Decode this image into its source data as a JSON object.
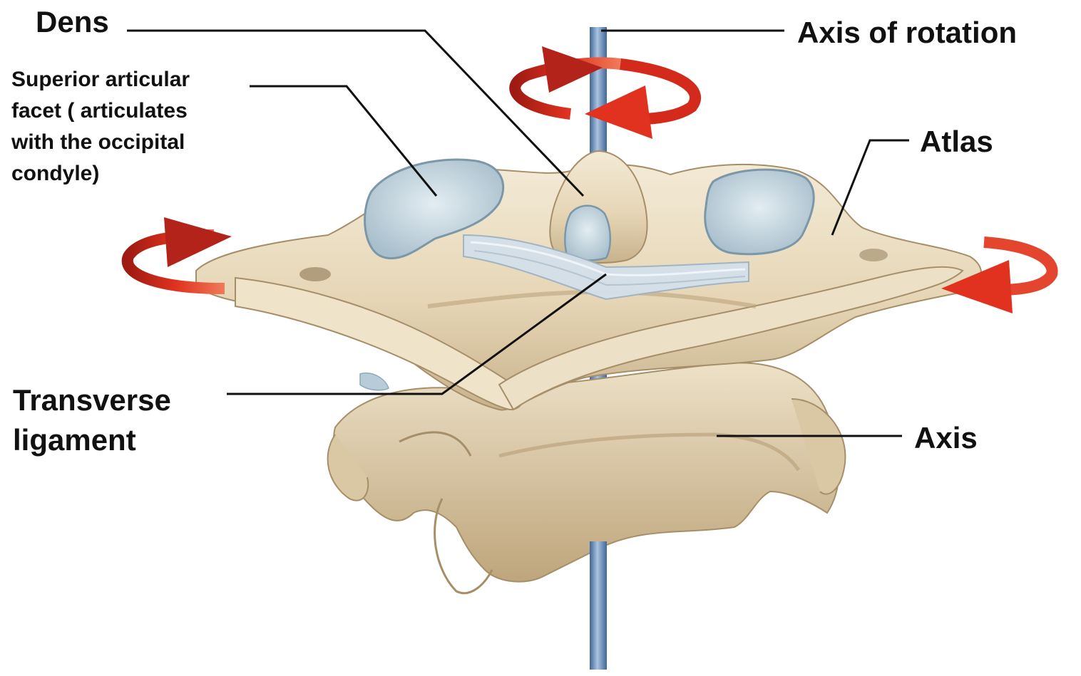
{
  "diagram": {
    "labels": {
      "dens": "Dens",
      "axis_of_rotation": "Axis of rotation",
      "superior_articular_facet": [
        "Superior articular",
        "facet ( articulates",
        "with the  occipital",
        "condyle)"
      ],
      "atlas": "Atlas",
      "transverse_ligament": [
        "Transverse",
        "ligament"
      ],
      "axis": "Axis"
    },
    "colors": {
      "bone": "#e9dcc0",
      "bone_shadow": "#c9b48f",
      "cartilage": "#c9d9e2",
      "rod": "#6f93bf",
      "arrow": "#d42a1c",
      "leader": "#111111"
    }
  }
}
